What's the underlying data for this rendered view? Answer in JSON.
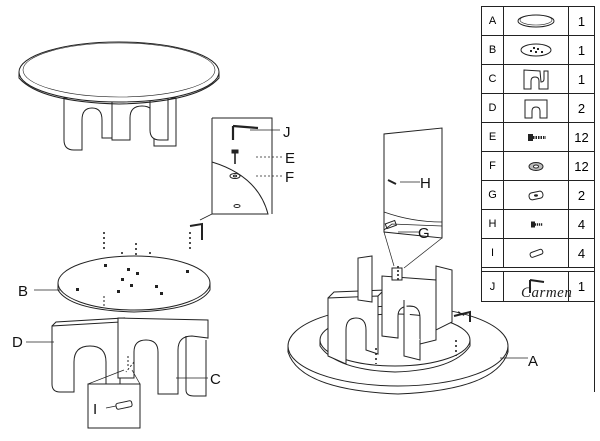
{
  "callouts": {
    "A": "A",
    "B": "B",
    "C": "C",
    "D": "D",
    "E": "E",
    "F": "F",
    "G": "G",
    "H": "H",
    "I": "I",
    "J": "J"
  },
  "parts_table": [
    {
      "letter": "A",
      "qty": "1",
      "icon": "tabletop-icon"
    },
    {
      "letter": "B",
      "qty": "1",
      "icon": "round-plate-icon"
    },
    {
      "letter": "C",
      "qty": "1",
      "icon": "base-panel-c-icon"
    },
    {
      "letter": "D",
      "qty": "2",
      "icon": "base-panel-d-icon"
    },
    {
      "letter": "E",
      "qty": "12",
      "icon": "screw-icon"
    },
    {
      "letter": "F",
      "qty": "12",
      "icon": "washer-icon"
    },
    {
      "letter": "G",
      "qty": "2",
      "icon": "connector-icon"
    },
    {
      "letter": "H",
      "qty": "4",
      "icon": "small-screw-icon"
    },
    {
      "letter": "I",
      "qty": "4",
      "icon": "dowel-icon"
    },
    {
      "letter": "J",
      "qty": "1",
      "icon": "allen-key-icon"
    }
  ],
  "brand": "Carmen"
}
